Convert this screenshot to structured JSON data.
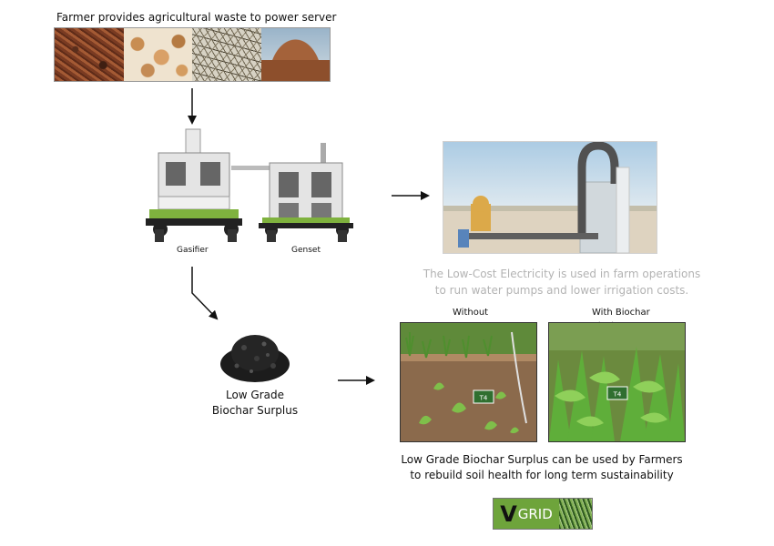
{
  "intro": "Farmer provides agricultural waste to power server",
  "machines": {
    "gasifier": "Gasifier",
    "genset": "Genset"
  },
  "electricity": {
    "line1": "The Low-Cost Electricity is used in farm operations",
    "line2": "to run water pumps and lower irrigation costs."
  },
  "biochar": {
    "line1": "Low Grade",
    "line2": "Biochar Surplus"
  },
  "comparison": {
    "without": "Without",
    "with": "With Biochar",
    "with_shadow": "Biochar",
    "plot_tag_without": "T4",
    "plot_tag_with": "T4"
  },
  "soil": {
    "line1": "Low Grade Biochar Surplus can be used by Farmers",
    "line2": "to rebuild soil health for long term sustainability"
  },
  "logo": {
    "v": "V",
    "grid": "GRID"
  },
  "colors": {
    "machine_green": "#7fb23e",
    "machine_body": "#e4e4e4",
    "logo_green": "#6ea43b",
    "muted_text": "#b3b3b3"
  }
}
